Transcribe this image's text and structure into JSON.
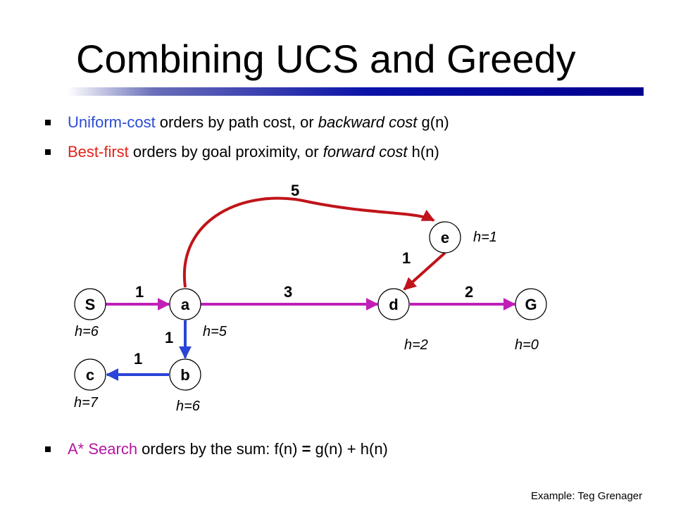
{
  "slide": {
    "title": "Combining UCS and Greedy",
    "credit": "Example: Teg Grenager"
  },
  "bullets": [
    {
      "highlight": "Uniform-cost",
      "text1": " orders by path cost, or ",
      "italic": "backward cost",
      "text2": "  g(n)"
    },
    {
      "highlight": "Best-first",
      "text1": " orders by goal proximity, or ",
      "italic": "forward cost",
      "text2": "  h(n)"
    },
    {
      "highlight": "A* Search",
      "text1": " orders by the sum: f(n) ",
      "bold": "=",
      "text2": " g(n) + h(n)"
    }
  ],
  "graph": {
    "nodes": {
      "S": {
        "label": "S",
        "h": "h=6"
      },
      "a": {
        "label": "a",
        "h": "h=5"
      },
      "b": {
        "label": "b",
        "h": "h=6"
      },
      "c": {
        "label": "c",
        "h": "h=7"
      },
      "d": {
        "label": "d",
        "h": "h=2"
      },
      "e": {
        "label": "e",
        "h": "h=1"
      },
      "G": {
        "label": "G",
        "h": "h=0"
      }
    },
    "edges": {
      "S_a": "1",
      "a_d": "3",
      "d_G": "2",
      "a_b": "1",
      "b_c": "1",
      "a_e": "5",
      "e_d": "1"
    },
    "colors": {
      "magenta_edge": "#c020b8",
      "red_edge": "#c0141a",
      "blue_edge": "#2a44d8"
    }
  }
}
